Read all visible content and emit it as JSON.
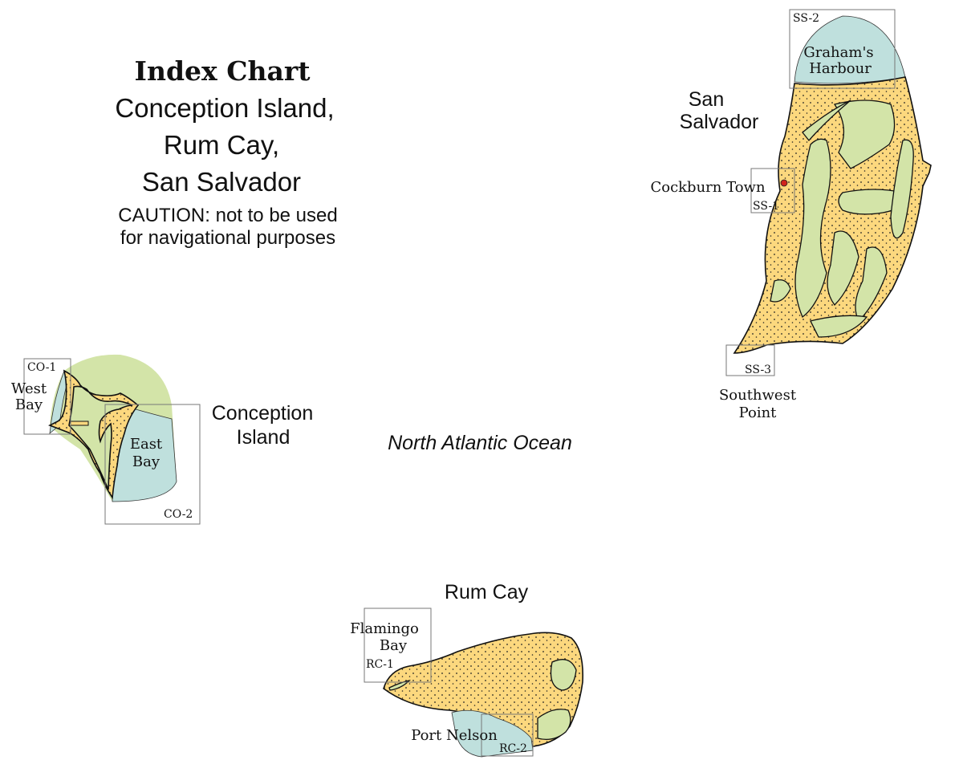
{
  "title": {
    "heading": "Index Chart",
    "line1": "Conception Island,",
    "line2": "Rum Cay,",
    "line3": "San Salvador",
    "caution1": "CAUTION: not to be used",
    "caution2": "for navigational purposes"
  },
  "colors": {
    "land": "#fcd87e",
    "lake": "#d3e4a8",
    "water": "#bfe0dd",
    "town": "#d0241c"
  },
  "ocean_label": "North Atlantic Ocean",
  "islands": {
    "san_salvador": {
      "name1": "San",
      "name2": "Salvador",
      "places": {
        "town": "Cockburn Town",
        "harbour1": "Graham's",
        "harbour2": "Harbour",
        "point1": "Southwest",
        "point2": "Point"
      },
      "charts": [
        "SS-1",
        "SS-2",
        "SS-3"
      ]
    },
    "conception": {
      "name1": "Conception",
      "name2": "Island",
      "places": {
        "west1": "West",
        "west2": "Bay",
        "east1": "East",
        "east2": "Bay"
      },
      "charts": [
        "CO-1",
        "CO-2"
      ]
    },
    "rum_cay": {
      "name": "Rum Cay",
      "places": {
        "flamingo1": "Flamingo",
        "flamingo2": "Bay",
        "port": "Port Nelson"
      },
      "charts": [
        "RC-1",
        "RC-2"
      ]
    }
  }
}
